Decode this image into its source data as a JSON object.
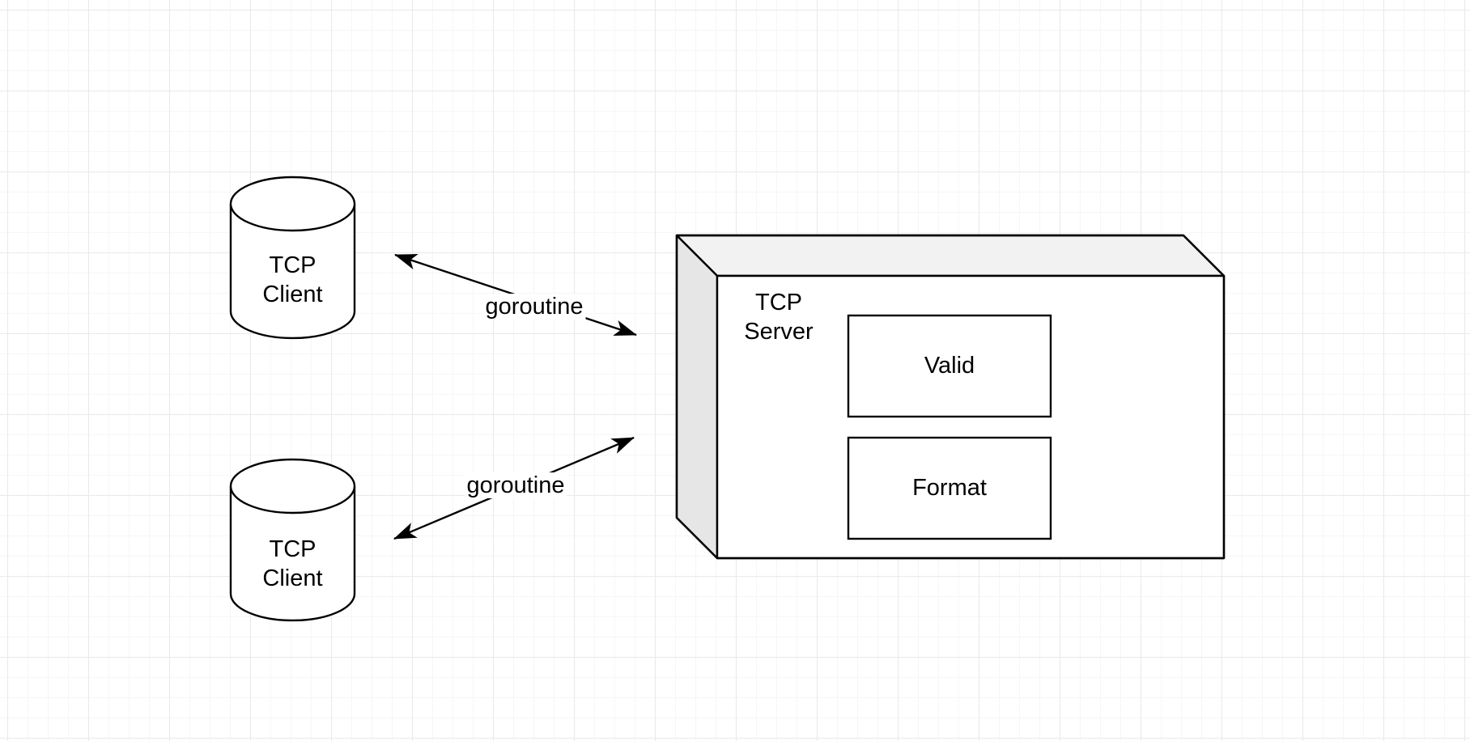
{
  "nodes": {
    "client1": {
      "label": "TCP\nClient"
    },
    "client2": {
      "label": "TCP\nClient"
    },
    "server": {
      "label": "TCP\nServer"
    },
    "valid": {
      "label": "Valid"
    },
    "format": {
      "label": "Format"
    }
  },
  "edges": {
    "edge1": {
      "label": "goroutine"
    },
    "edge2": {
      "label": "goroutine"
    }
  },
  "colors": {
    "stroke": "#000000",
    "shape_fill": "#ffffff",
    "cube_top_face": "#f2f2f2",
    "cube_side_face": "#e6e6e6",
    "grid_minor": "#f6f6f6",
    "grid_major": "#e9e9e9",
    "text": "#000000"
  }
}
